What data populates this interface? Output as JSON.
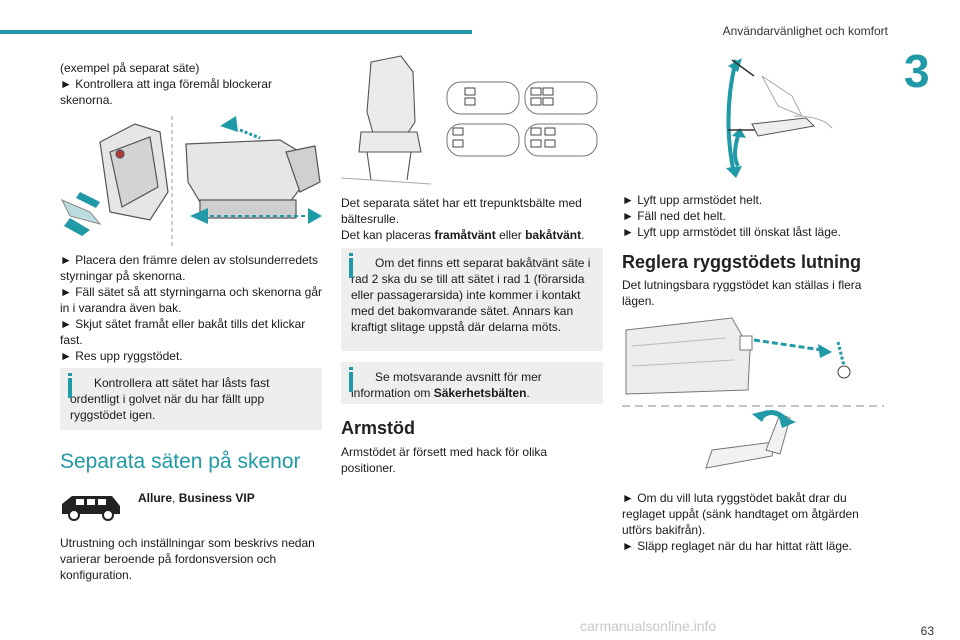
{
  "header": {
    "section": "Användarvänlighet och komfort",
    "chapter": "3",
    "page_number": "63"
  },
  "col1": {
    "intro_line1": "(exempel på separat säte)",
    "intro_line2": "► Kontrollera att inga föremål blockerar skenorna.",
    "steps": [
      "► Placera den främre delen av stolsunderredets styrningar på skenorna.",
      "► Fäll sätet så att styrningarna och skenorna går in i varandra även bak.",
      "► Skjut sätet framåt eller bakåt tills det klickar fast.",
      "► Res upp ryggstödet."
    ],
    "note": "Kontrollera att sätet har låsts fast ordentligt i golvet när du har fällt upp ryggstödet igen.",
    "heading": "Separata säten på skenor",
    "versions": "Allure, Business VIP",
    "versions_a": "Allure",
    "versions_sep": ", ",
    "versions_b": "Business VIP",
    "equipment": "Utrustning och inställningar som beskrivs nedan varierar beroende på fordonsversion och konfiguration."
  },
  "col2": {
    "belt_text_1": "Det separata sätet har ett trepunktsbälte med bältesrulle.",
    "belt_text_2a": "Det kan placeras ",
    "belt_text_2b": "framåtvänt",
    "belt_text_2c": " eller ",
    "belt_text_2d": "bakåtvänt",
    "belt_text_2e": ".",
    "note1": "Om det finns ett separat bakåtvänt säte i rad 2 ska du se till att sätet i rad 1 (förarsida eller passagerarsida) inte kommer i kontakt med det bakomvarande sätet. Annars kan kraftigt slitage uppstå där delarna möts.",
    "note2a": "Se motsvarande avsnitt för mer information om ",
    "note2b": "Säkerhetsbälten",
    "note2c": ".",
    "heading": "Armstöd",
    "armrest_text": "Armstödet är försett med hack för olika positioner."
  },
  "col3": {
    "armrest_steps": [
      "► Lyft upp armstödet helt.",
      "► Fäll ned det helt.",
      "► Lyft upp armstödet till önskat låst läge."
    ],
    "heading": "Reglera ryggstödets lutning",
    "backrest_text": "Det lutningsbara ryggstödet kan ställas i flera lägen.",
    "backrest_steps": [
      "► Om du vill luta ryggstödet bakåt drar du reglaget uppåt (sänk handtaget om åtgärden utförs bakifrån).",
      "► Släpp reglaget när du har hittat rätt läge."
    ]
  },
  "watermark": "carmanualsonline.info",
  "colors": {
    "accent": "#1f9aa6",
    "note_bg": "#eeeeee"
  }
}
